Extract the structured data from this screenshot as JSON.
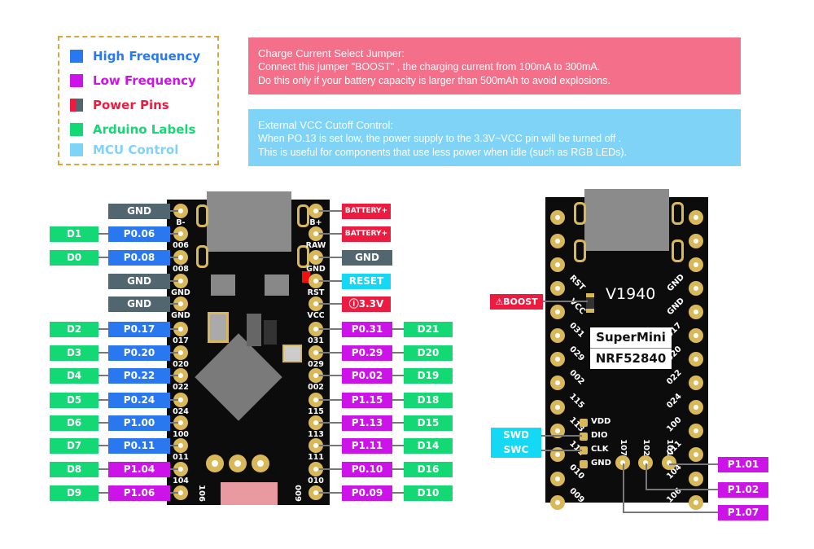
{
  "legend": {
    "items": [
      {
        "label": "High Frequency",
        "color": "#2a78f0"
      },
      {
        "label": "Low Frequency",
        "color": "#cc14e8"
      },
      {
        "label": "Power Pins",
        "color": "#ec1c40",
        "color2": "#526670"
      },
      {
        "label": "Arduino Labels",
        "color": "#14d873"
      },
      {
        "label": "MCU Control",
        "color": "#7fd3f7"
      }
    ]
  },
  "notes": {
    "boost": {
      "title": "Charge Current Select Jumper:",
      "line1": "Connect this jumper \"BOOST\" , the charging current from 100mA to 300mA.",
      "line2": "Do this only if your battery capacity is larger than 500mAh to avoid explosions.",
      "color": "#f4708a"
    },
    "vcc": {
      "title": "External VCC Cutoff Control:",
      "line1": "When PO.13 is set low, the power supply to the 3.3V~VCC pin will be turned off .",
      "line2": "This is useful for components that use less power when idle (such as RGB LEDs).",
      "color": "#7fd3f7"
    }
  },
  "front_board": {
    "left_pins": [
      {
        "silk": "B-",
        "port": "GND",
        "port_type": "gray",
        "arduino": ""
      },
      {
        "silk": "006",
        "port": "P0.06",
        "port_type": "blue",
        "arduino": "D1"
      },
      {
        "silk": "008",
        "port": "P0.08",
        "port_type": "blue",
        "arduino": "D0"
      },
      {
        "silk": "GND",
        "port": "GND",
        "port_type": "gray",
        "arduino": ""
      },
      {
        "silk": "GND",
        "port": "GND",
        "port_type": "gray",
        "arduino": ""
      },
      {
        "silk": "017",
        "port": "P0.17",
        "port_type": "blue",
        "arduino": "D2"
      },
      {
        "silk": "020",
        "port": "P0.20",
        "port_type": "blue",
        "arduino": "D3"
      },
      {
        "silk": "022",
        "port": "P0.22",
        "port_type": "blue",
        "arduino": "D4"
      },
      {
        "silk": "024",
        "port": "P0.24",
        "port_type": "blue",
        "arduino": "D5"
      },
      {
        "silk": "100",
        "port": "P1.00",
        "port_type": "blue",
        "arduino": "D6"
      },
      {
        "silk": "011",
        "port": "P0.11",
        "port_type": "blue",
        "arduino": "D7"
      },
      {
        "silk": "104",
        "port": "P1.04",
        "port_type": "mag",
        "arduino": "D8"
      },
      {
        "silk": "",
        "port": "P1.06",
        "port_type": "mag",
        "arduino": "D9"
      }
    ],
    "right_pins": [
      {
        "silk": "B+",
        "port": "BATTERY+",
        "port_type": "red",
        "arduino": ""
      },
      {
        "silk": "RAW",
        "port": "BATTERY+",
        "port_type": "red",
        "arduino": ""
      },
      {
        "silk": "GND",
        "port": "GND",
        "port_type": "gray",
        "arduino": ""
      },
      {
        "silk": "RST",
        "port": "RESET",
        "port_type": "cyan",
        "arduino": ""
      },
      {
        "silk": "VCC",
        "port": "3.3V",
        "port_type": "red",
        "arduino": ""
      },
      {
        "silk": "031",
        "port": "P0.31",
        "port_type": "mag",
        "arduino": "D21"
      },
      {
        "silk": "029",
        "port": "P0.29",
        "port_type": "mag",
        "arduino": "D20"
      },
      {
        "silk": "002",
        "port": "P0.02",
        "port_type": "mag",
        "arduino": "D19"
      },
      {
        "silk": "115",
        "port": "P1.15",
        "port_type": "mag",
        "arduino": "D18"
      },
      {
        "silk": "113",
        "port": "P1.13",
        "port_type": "mag",
        "arduino": "D15"
      },
      {
        "silk": "111",
        "port": "P1.11",
        "port_type": "mag",
        "arduino": "D14"
      },
      {
        "silk": "010",
        "port": "P0.10",
        "port_type": "mag",
        "arduino": "D16"
      },
      {
        "silk": "",
        "port": "P0.09",
        "port_type": "mag",
        "arduino": "D10"
      }
    ],
    "bottom_left_silk": "106",
    "bottom_right_silk": "009"
  },
  "back_board": {
    "version": "V1940",
    "name_line1": "SuperMini",
    "name_line2": "NRF52840",
    "boost_label": "BOOST",
    "left_silk": [
      "RST",
      "VCC",
      "031",
      "029",
      "002",
      "115",
      "113",
      "111",
      "010",
      "009"
    ],
    "right_silk": [
      "GND",
      "GND",
      "017",
      "020",
      "022",
      "024",
      "100",
      "011",
      "104",
      "106"
    ],
    "swd_pads": [
      "VDD",
      "DIO",
      "CLK",
      "GND"
    ],
    "swd_labels": {
      "dio": "SWD",
      "clk": "SWC"
    },
    "bottom_pads": [
      "107",
      "102",
      "101"
    ],
    "bottom_labels": [
      "P1.01",
      "P1.02",
      "P1.07"
    ]
  }
}
